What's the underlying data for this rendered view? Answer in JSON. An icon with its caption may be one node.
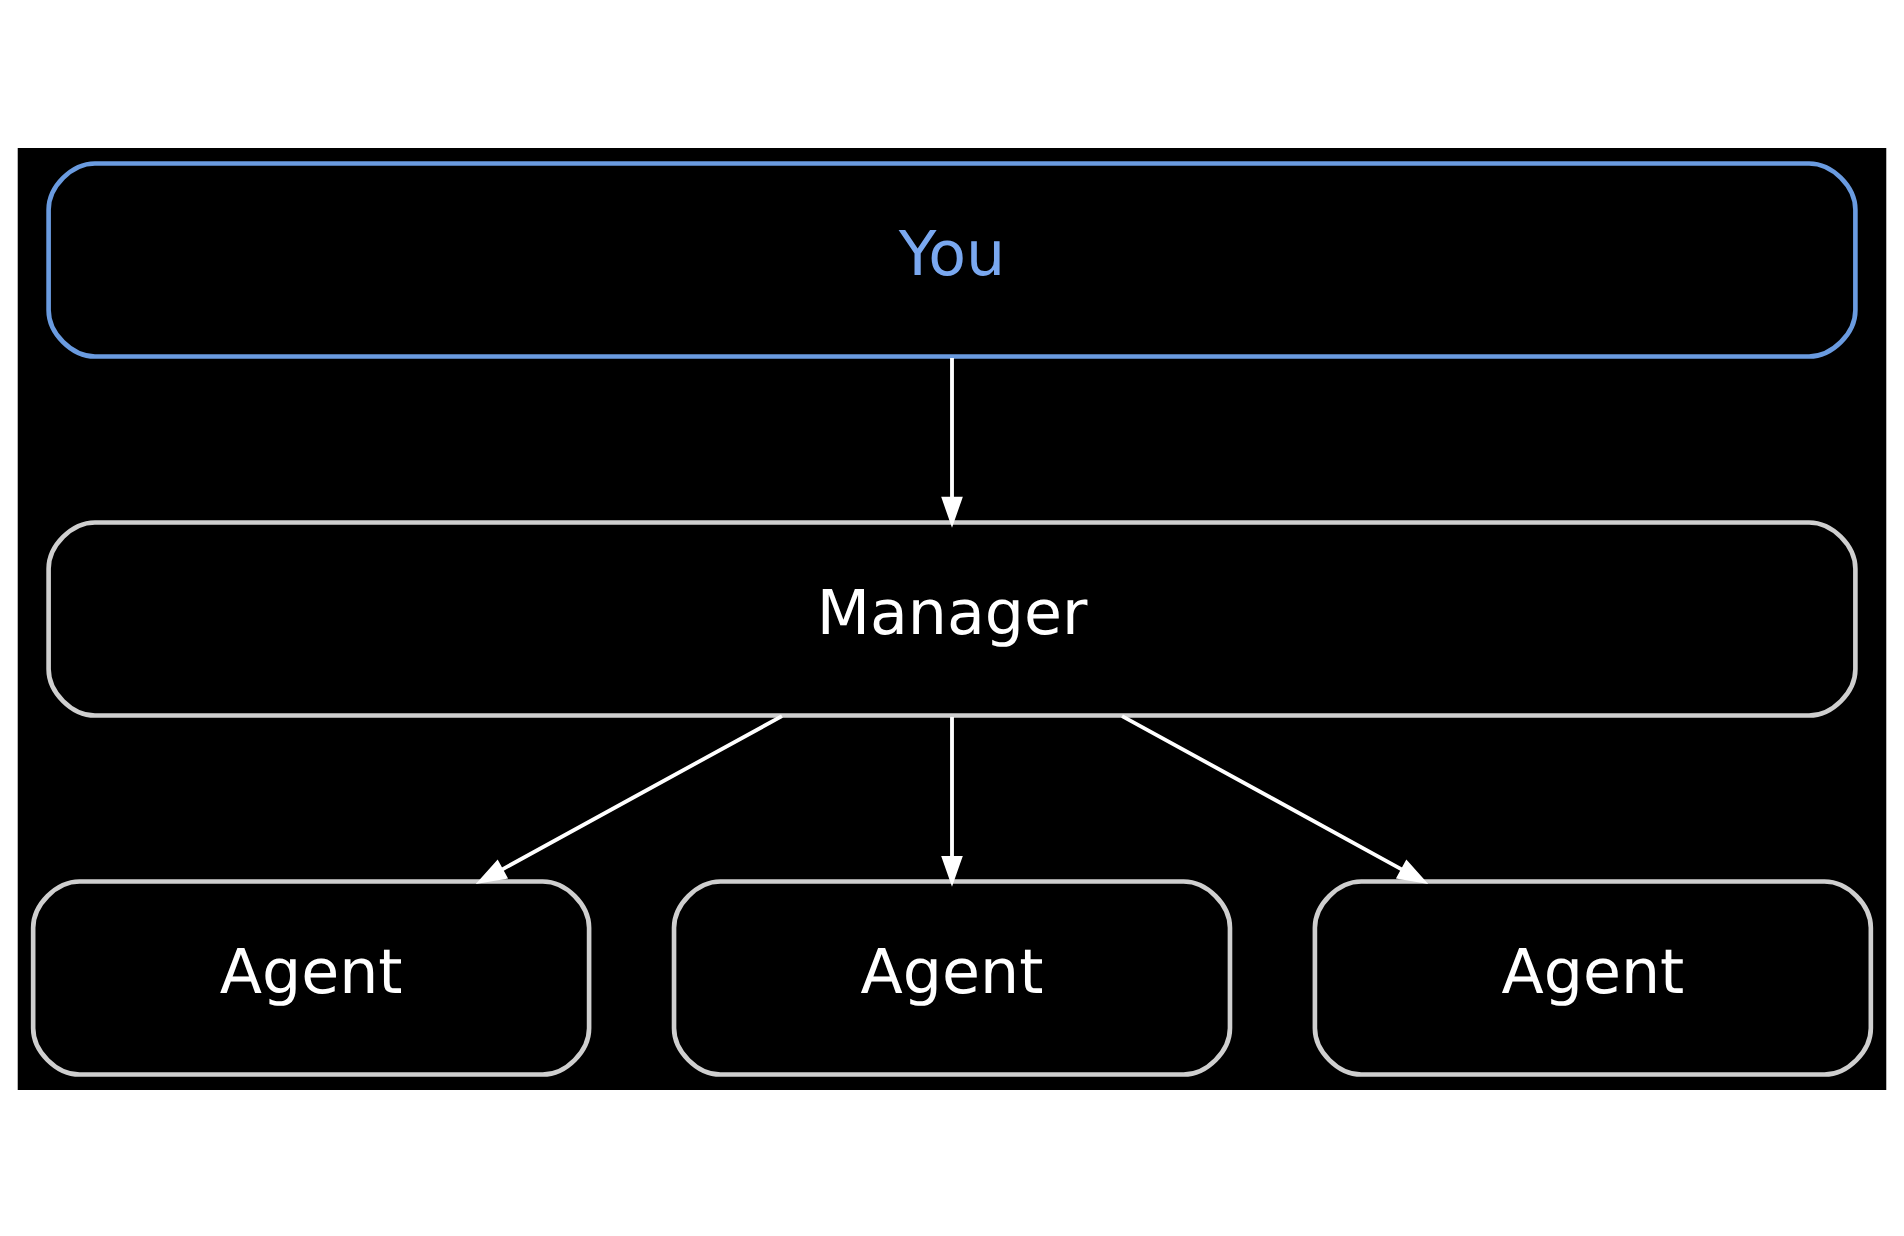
{
  "diagram": {
    "nodes": [
      {
        "text": [
          "You"
        ]
      },
      {
        "text": [
          "Manager"
        ]
      },
      {
        "text": [
          "Agent"
        ]
      },
      {
        "text": [
          "Agent"
        ]
      },
      {
        "text": [
          "Agent"
        ]
      }
    ],
    "edges": [
      {
        "from": 0,
        "to": 1,
        "arrow": "to"
      },
      {
        "from": 1,
        "to": 2,
        "arrow": "to"
      },
      {
        "from": 1,
        "to": 3,
        "arrow": "to"
      },
      {
        "from": 1,
        "to": 4,
        "arrow": "to"
      }
    ]
  }
}
